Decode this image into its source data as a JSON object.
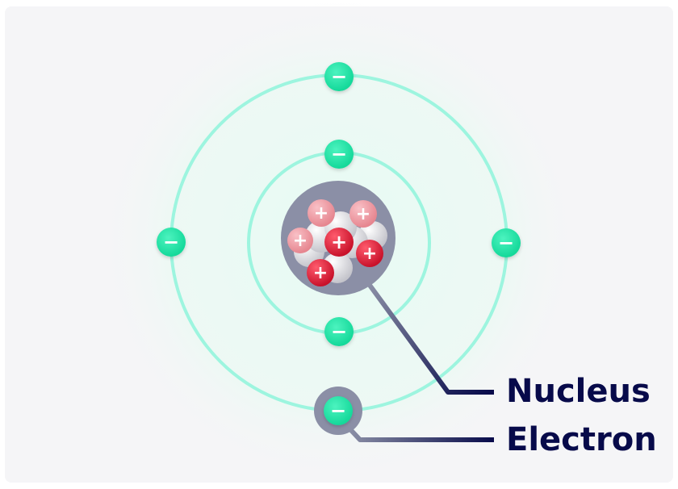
{
  "diagram": {
    "labels": {
      "nucleus": "Nucleus",
      "electron": "Electron"
    },
    "charge_symbols": {
      "electron": "−",
      "proton": "+"
    },
    "colors": {
      "background_panel": "#f5f5f7",
      "orbit": "#9df5df",
      "orbit_glow": "#c9f8e9",
      "electron": "#17e6a4",
      "proton": "#e8253d",
      "proton_light": "#f29aa3",
      "neutron": "#d9d9dd",
      "nucleus_halo": "#8b8fa6",
      "label_text": "#070a4a",
      "leader_line": "#070a4a"
    },
    "counts": {
      "orbits": 2,
      "electrons": 6
    }
  }
}
